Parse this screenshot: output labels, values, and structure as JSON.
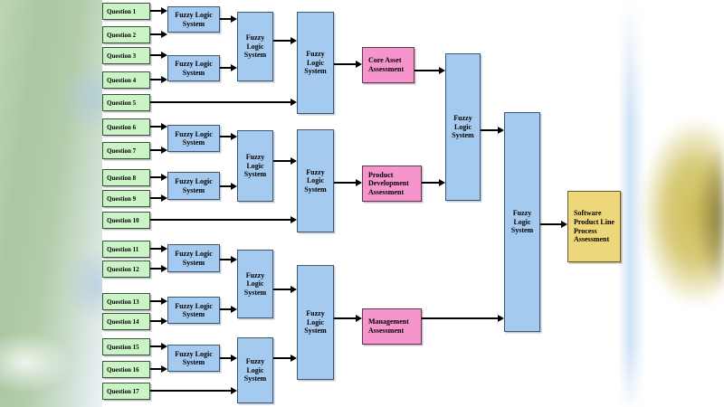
{
  "diagram": {
    "questions": [
      "Question 1",
      "Question 2",
      "Question 3",
      "Question 4",
      "Question 5",
      "Question 6",
      "Question 7",
      "Question 8",
      "Question 9",
      "Question 10",
      "Question 11",
      "Question 12",
      "Question 13",
      "Question 14",
      "Question 15",
      "Question 16",
      "Question 17"
    ],
    "fuzzy_label": "Fuzzy Logic System",
    "assessments": {
      "core_asset": "Core Asset Assessment",
      "product_development": "Product Development Assessment",
      "management": "Management Assessment",
      "final_output": "Software Product Line Process Assessment"
    },
    "colors": {
      "question_fill": "#caf4c6",
      "fuzzy_fill": "#a5caf0",
      "assessment_fill": "#f595cb",
      "final_fill": "#eed77a",
      "arrow": "#000000",
      "left_band_green": "#a9c7a1",
      "right_glow_yellow": "#cbba4e"
    }
  }
}
